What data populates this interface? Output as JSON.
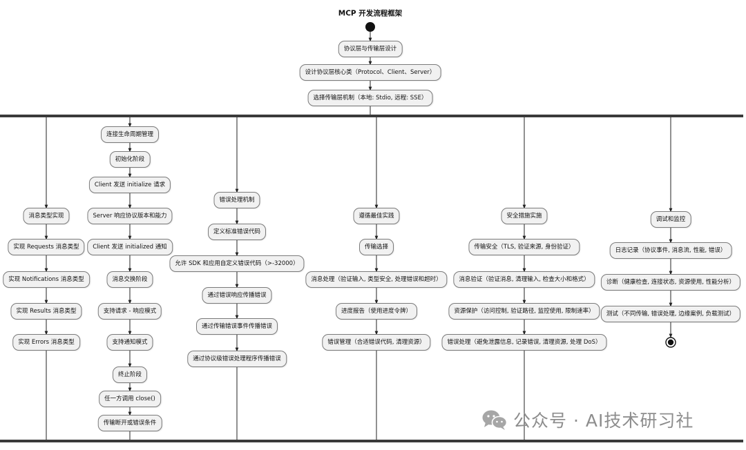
{
  "title": "MCP 开发流程框架",
  "start_nodes": [
    "协议层与传输层设计",
    "设计协议层核心类（Protocol、Client、Server）",
    "选择传输层机制（本地: Stdio, 远程: SSE）"
  ],
  "branches": [
    {
      "nodes": [
        "消息类型实现",
        "实现 Requests 消息类型",
        "实现 Notifications 消息类型",
        "实现 Results 消息类型",
        "实现 Errors 消息类型"
      ]
    },
    {
      "nodes": [
        "连接生命周期管理",
        "初始化阶段",
        "Client 发送 initialize 请求",
        "Server 响应协议版本和能力",
        "Client 发送 initialized 通知",
        "消息交换阶段",
        "支持请求 - 响应模式",
        "支持通知模式",
        "终止阶段",
        "任一方调用 close()",
        "传输断开或错误条件"
      ]
    },
    {
      "nodes": [
        "错误处理机制",
        "定义标准错误代码",
        "允许 SDK 和应用自定义错误代码（>-32000）",
        "通过错误响应传播错误",
        "通过传输错误事件传播错误",
        "通过协议级错误处理程序传播错误"
      ]
    },
    {
      "nodes": [
        "遵循最佳实践",
        "传输选择",
        "消息处理（验证输入, 类型安全, 处理错误和超时）",
        "进度报告（使用进度令牌）",
        "错误管理（合适错误代码, 清理资源）"
      ]
    },
    {
      "nodes": [
        "安全措施实施",
        "传输安全（TLS, 验证来源, 身份验证）",
        "消息验证（验证消息, 清理输入, 检查大小和格式）",
        "资源保护（访问控制, 验证路径, 监控使用, 限制速率）",
        "错误处理（避免泄露信息, 记录错误, 清理资源, 处理 DoS）"
      ]
    },
    {
      "nodes": [
        "调试和监控",
        "日志记录（协议事件, 消息流, 性能, 错误）",
        "诊断（健康检查, 连接状态, 资源使用, 性能分析）",
        "测试（不同传输, 错误处理, 边缘案例, 负载测试）"
      ]
    }
  ],
  "watermark": {
    "icon": "wechat-icon",
    "text": "公众号 · AI技术研习社"
  },
  "colors": {
    "node_fill": "#f1f1f1",
    "node_border": "#7a7a7a",
    "line": "#222222",
    "bar": "#3a3a3a",
    "watermark": "#8d8d8d"
  }
}
